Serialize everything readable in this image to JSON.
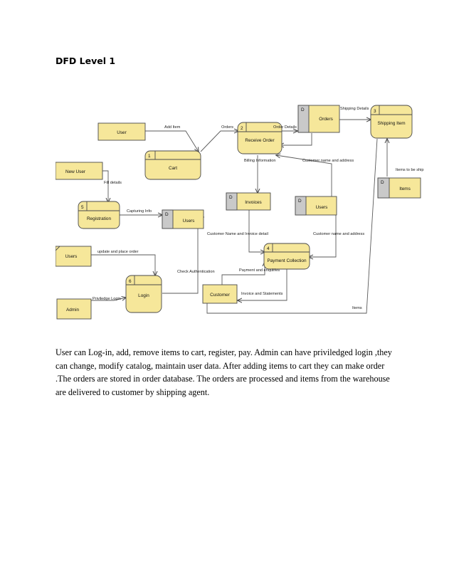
{
  "page": {
    "title": "DFD Level 1",
    "body": "User can Log-in, add, remove items to cart, register, pay. Admin can have  priviledged  login ,they can change, modify catalog, maintain user data. After adding items to cart they can make order .The orders are stored in order database. The orders are processed  and items from the warehouse are delivered to customer by shipping agent."
  },
  "colors": {
    "fill": "#f6e79a",
    "datastore_gray": "#c9c9c9",
    "stroke": "#4a4a4a"
  },
  "diagram": {
    "entities": {
      "user": "User",
      "new_user": "New User",
      "users_entity": "Users",
      "admin": "Admin",
      "customer": "Customer"
    },
    "processes": {
      "cart": {
        "num": "1",
        "label": "Cart"
      },
      "receive_order": {
        "num": "2",
        "label": "Receive Order"
      },
      "shipping_item": {
        "num": "3",
        "label": "Shipping Item"
      },
      "payment_collection": {
        "num": "4",
        "label": "Payment Collection"
      },
      "registration": {
        "num": "5",
        "label": "Registration"
      },
      "login": {
        "num": "6",
        "label": "Login"
      }
    },
    "stores": {
      "orders": {
        "id": "D",
        "label": "Orders"
      },
      "invoices": {
        "id": "D",
        "label": "Invoices"
      },
      "users_store1": {
        "id": "D",
        "label": "Users"
      },
      "users_store2": {
        "id": "D",
        "label": "Users"
      },
      "items": {
        "id": "D",
        "label": "Items"
      }
    },
    "flows": {
      "add_item": "Add Item",
      "orders": "Orders",
      "order_details": "Order Details",
      "shipping_details": "Shipping Details",
      "billing_information": "Billing Information",
      "customer_name_address_1": "Customer name and address",
      "items_to_be_ship": "Items to be ship",
      "fill_details": "Fill details",
      "capturing_info": "Capturing Info",
      "customer_name_invoice": "Customer Name and Invoice detail",
      "customer_name_address_2": "Customer name and address",
      "update_place_order": "update and place order",
      "check_authentication": "Check Authentication",
      "payment_enquiries": "Payment and enquiries",
      "priviledge_login": "Priviledge Login",
      "invoice_statements": "Invoice and Statements",
      "items": "Items"
    }
  }
}
